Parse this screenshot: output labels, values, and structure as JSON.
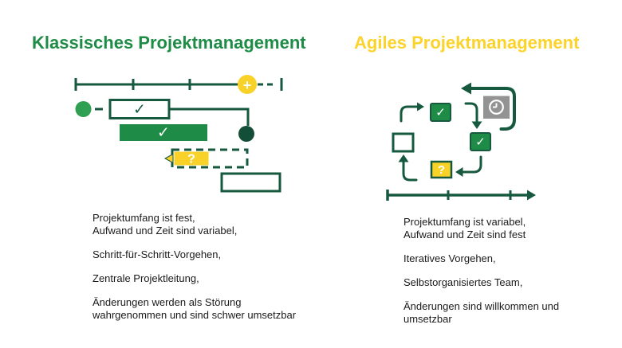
{
  "colors": {
    "green": "#1E8C46",
    "green-light": "#2FA052",
    "green-dark": "#16593E",
    "green-darker": "#134F36",
    "yellow": "#F8D229",
    "yellow-title": "#FBD32B",
    "gray": "#939393",
    "text": "#1A1A1A",
    "bg": "#FFFFFF"
  },
  "left": {
    "title": "Klassisches Projektmanagement",
    "paragraphs": [
      [
        "Projektumfang ist fest,",
        "Aufwand und Zeit sind variabel,"
      ],
      [
        "Schritt-für-Schritt-Vorgehen,"
      ],
      [
        "Zentrale Projektleitung,"
      ],
      [
        "Änderungen werden als Störung",
        "wahrgenommen und sind schwer umsetzbar"
      ]
    ]
  },
  "right": {
    "title": "Agiles Projektmanagement",
    "paragraphs": [
      [
        "Projektumfang ist variabel,",
        "Aufwand und Zeit sind fest"
      ],
      [
        "Iteratives Vorgehen,"
      ],
      [
        "Selbstorganisiertes Team,"
      ],
      [
        "Änderungen sind willkommen und",
        "umsetzbar"
      ]
    ]
  },
  "symbols": {
    "check": "✓",
    "question": "?",
    "plus": "+"
  }
}
